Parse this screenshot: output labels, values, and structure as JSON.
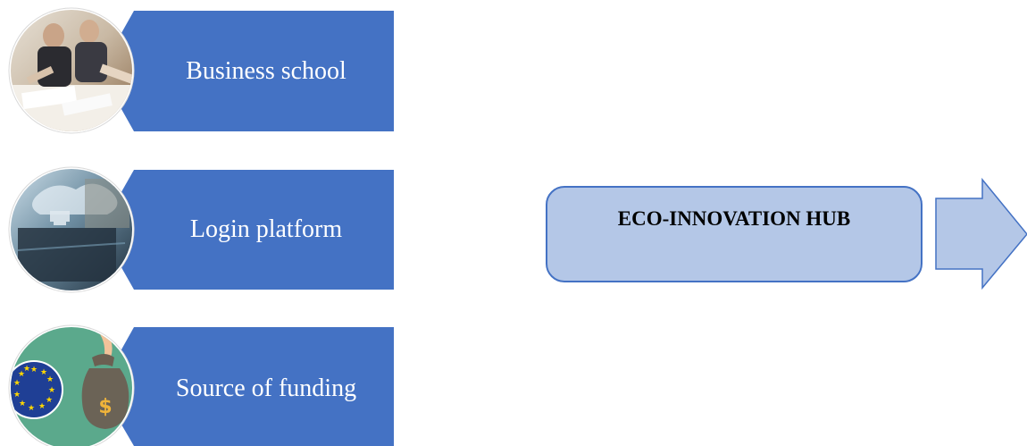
{
  "diagram": {
    "items": [
      {
        "label": "Business school",
        "icon": "business-meeting-photo"
      },
      {
        "label": "Login platform",
        "icon": "digital-platform-photo"
      },
      {
        "label": "Source of funding",
        "icon": "eu-funding-icon"
      }
    ],
    "hub": {
      "label": "ECO-INNOVATION HUB"
    },
    "colors": {
      "item_fill": "#4472C4",
      "hub_fill": "#B4C7E7",
      "hub_border": "#4472C4",
      "arrow_fill": "#B4C7E7",
      "arrow_border": "#4472C4",
      "eu_blue": "#1F3F95",
      "eu_star": "#FFD700",
      "funding_bg": "#5BA98C"
    }
  }
}
